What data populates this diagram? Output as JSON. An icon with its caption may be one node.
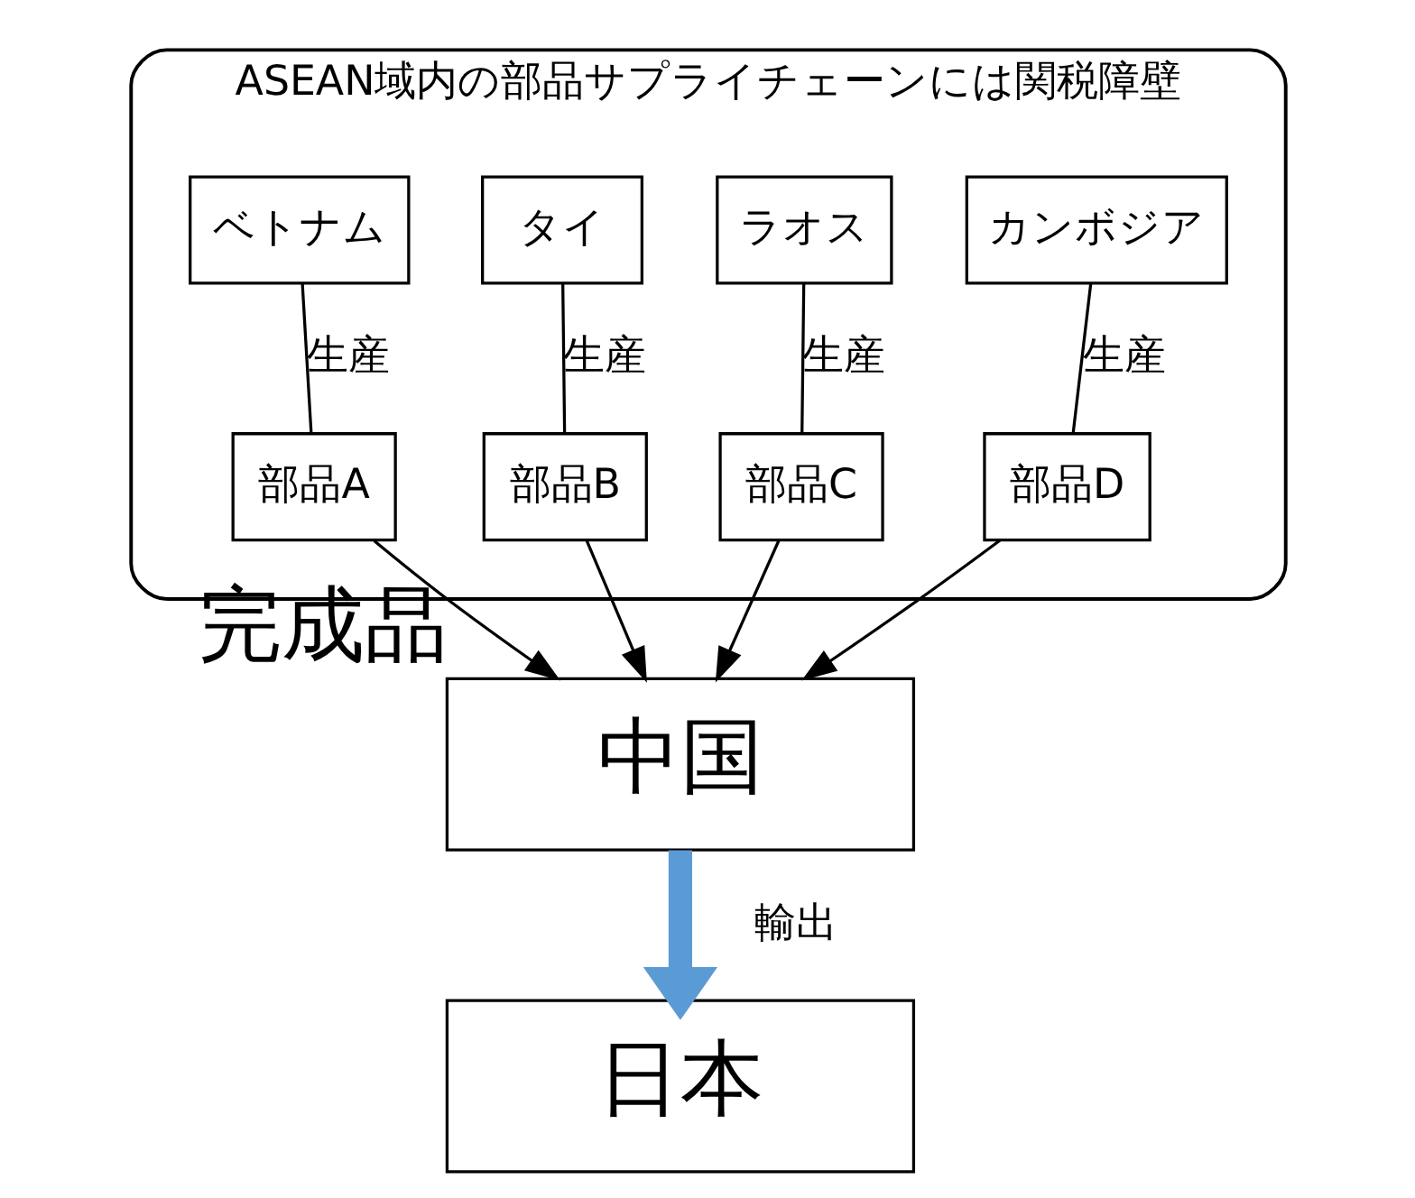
{
  "diagram": {
    "nodes": [
      {
        "text": [
          "ASEAN域内の部品サプライチェーンには関税障壁"
        ]
      },
      {
        "text": [
          "ベトナム"
        ],
        "in": 0
      },
      {
        "text": [
          "タイ"
        ],
        "in": 0
      },
      {
        "text": [
          "ラオス"
        ],
        "in": 0
      },
      {
        "text": [
          "カンボジア"
        ],
        "in": 0
      },
      {
        "text": [
          "部品A"
        ],
        "in": 0
      },
      {
        "text": [
          "部品B"
        ],
        "in": 0
      },
      {
        "text": [
          "部品C"
        ],
        "in": 0
      },
      {
        "text": [
          "部品D"
        ],
        "in": 0
      },
      {
        "text": [
          "中国"
        ],
        "beside": [
          "完成品"
        ]
      },
      {
        "text": [
          "日本"
        ]
      }
    ],
    "edges": [
      {
        "from": 1,
        "to": 5,
        "arrow": "none",
        "label": "生産"
      },
      {
        "from": 2,
        "to": 6,
        "arrow": "none",
        "label": "生産"
      },
      {
        "from": 3,
        "to": 7,
        "arrow": "none",
        "label": "生産"
      },
      {
        "from": 4,
        "to": 8,
        "arrow": "none",
        "label": "生産"
      },
      {
        "from": 5,
        "to": 9,
        "arrow": "to"
      },
      {
        "from": 6,
        "to": 9,
        "arrow": "to"
      },
      {
        "from": 7,
        "to": 9,
        "arrow": "to"
      },
      {
        "from": 8,
        "to": 9,
        "arrow": "to"
      },
      {
        "from": 9,
        "to": 10,
        "arrow": "to",
        "label": "輸出",
        "style": "thick",
        "color": "#5b9bd5"
      }
    ]
  }
}
